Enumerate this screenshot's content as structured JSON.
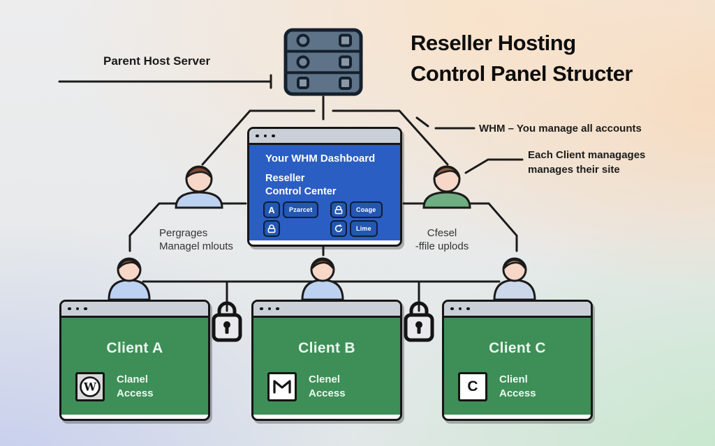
{
  "title": {
    "line1": "Reseller Hosting",
    "line2": "Control Panel Structer"
  },
  "labels": {
    "parent_host": "Parent Host Server",
    "whm_note": "WHM – You manage all accounts",
    "client_note": {
      "line1": "Each Client managages",
      "line2": "manages their site"
    },
    "reseller_left_note": {
      "line1": "Pergrages",
      "line2": "Managel mlouts"
    },
    "reseller_right_note": {
      "line1": "Cfesel",
      "line2": "-ffile uplods"
    }
  },
  "whm_window": {
    "heading": "Your WHM Dashboard",
    "subheading": {
      "line1": "Reseller",
      "line2": "Control Center"
    },
    "buttons": {
      "parent_icon_letter": "A",
      "parent_label": "Pzarcet",
      "lock_label": "Coage",
      "rotate_label": "Lime"
    }
  },
  "clients": {
    "a": {
      "name": "Client A",
      "icon": "wordpress-icon",
      "wp_letter": "W",
      "access": {
        "line1": "Clanel",
        "line2": "Access"
      }
    },
    "b": {
      "name": "Client B",
      "icon": "mail-icon",
      "access": {
        "line1": "Clenel",
        "line2": "Access"
      }
    },
    "c": {
      "name": "Client C",
      "icon": "letter-c-icon",
      "letter": "C",
      "access": {
        "line1": "Clienl",
        "line2": "Access"
      }
    }
  },
  "colors": {
    "whm_blue": "#2b5ec2",
    "client_green": "#3e8e57",
    "server_gray": "#5e7387",
    "line": "#1b1b1b",
    "titlebar_gray": "#cbd0d8",
    "shirt_blue": "#bcd2f0",
    "shirt_green": "#6fae81",
    "skin": "#f6d7c8"
  }
}
